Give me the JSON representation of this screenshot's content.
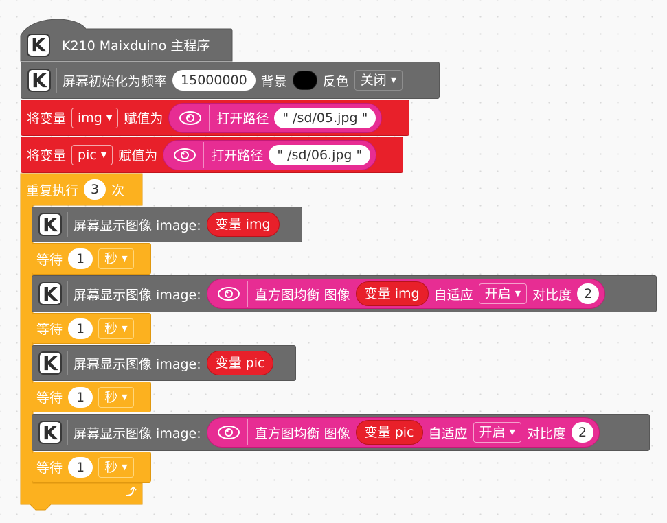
{
  "main_program": {
    "icon": "k210-k-icon",
    "label": "K210 Maixduino 主程序"
  },
  "screen_init": {
    "label": "屏幕初始化为频率",
    "frequency": "15000000",
    "bg_label": "背景",
    "bg_color": "#000000",
    "invert_label": "反色",
    "invert_value": "关闭"
  },
  "assign_img": {
    "prefix": "将变量",
    "var_name": "img",
    "assign_label": "赋值为",
    "open_label": "打开路径",
    "path": "\" /sd/05.jpg \""
  },
  "assign_pic": {
    "prefix": "将变量",
    "var_name": "pic",
    "assign_label": "赋值为",
    "open_label": "打开路径",
    "path": "\" /sd/06.jpg \""
  },
  "repeat": {
    "label": "重复执行",
    "count": "3",
    "suffix": "次"
  },
  "show1": {
    "label": "屏幕显示图像 image:",
    "var": "变量 img"
  },
  "wait1": {
    "label": "等待",
    "value": "1",
    "unit": "秒"
  },
  "show2": {
    "label": "屏幕显示图像 image:",
    "func": "直方图均衡 图像",
    "var": "变量 img",
    "adaptive_label": "自适应",
    "adaptive_value": "开启",
    "contrast_label": "对比度",
    "contrast_value": "2"
  },
  "wait2": {
    "label": "等待",
    "value": "1",
    "unit": "秒"
  },
  "show3": {
    "label": "屏幕显示图像 image:",
    "var": "变量 pic"
  },
  "wait3": {
    "label": "等待",
    "value": "1",
    "unit": "秒"
  },
  "show4": {
    "label": "屏幕显示图像 image:",
    "func": "直方图均衡 图像",
    "var": "变量 pic",
    "adaptive_label": "自适应",
    "adaptive_value": "开启",
    "contrast_label": "对比度",
    "contrast_value": "2"
  },
  "wait4": {
    "label": "等待",
    "value": "1",
    "unit": "秒"
  },
  "colors": {
    "k210_gray": "#6b6b6b",
    "variable_red": "#e8202a",
    "loop_orange": "#fcb11f",
    "image_pink": "#e72d93"
  }
}
